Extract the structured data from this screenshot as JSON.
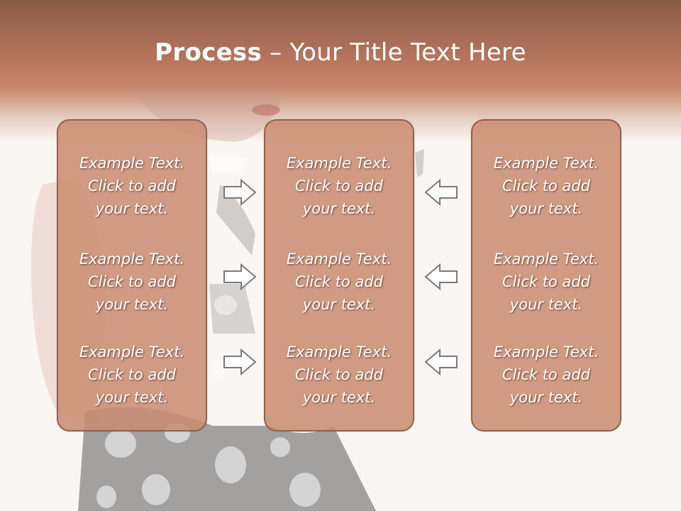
{
  "slide": {
    "title_bold": "Process",
    "title_rest": " – Your Title Text Here"
  },
  "columns": [
    {
      "entries": [
        {
          "line1": "Example Text.",
          "line2": "Click  to add",
          "line3": "your text."
        },
        {
          "line1": "Example Text.",
          "line2": "Click  to add",
          "line3": "your text."
        },
        {
          "line1": "Example Text.",
          "line2": "Click  to add",
          "line3": "your text."
        }
      ]
    },
    {
      "entries": [
        {
          "line1": "Example Text.",
          "line2": "Click  to add",
          "line3": "your text."
        },
        {
          "line1": "Example Text.",
          "line2": "Click  to add",
          "line3": "your text."
        },
        {
          "line1": "Example Text.",
          "line2": "Click  to add",
          "line3": "your text."
        }
      ]
    },
    {
      "entries": [
        {
          "line1": "Example Text.",
          "line2": "Click  to add",
          "line3": "your text."
        },
        {
          "line1": "Example Text.",
          "line2": "Click  to add",
          "line3": "your text."
        },
        {
          "line1": "Example Text.",
          "line2": "Click  to add",
          "line3": "your text."
        }
      ]
    }
  ],
  "colors": {
    "header_band": "#b9785f",
    "panel_fill": "#ca8c70",
    "panel_border": "#93604c",
    "arrow_fill": "#ffffff",
    "arrow_stroke": "#7a7a7a"
  },
  "icons": {
    "left_arrows": "arrow-right-icon",
    "right_arrows": "arrow-left-icon"
  }
}
